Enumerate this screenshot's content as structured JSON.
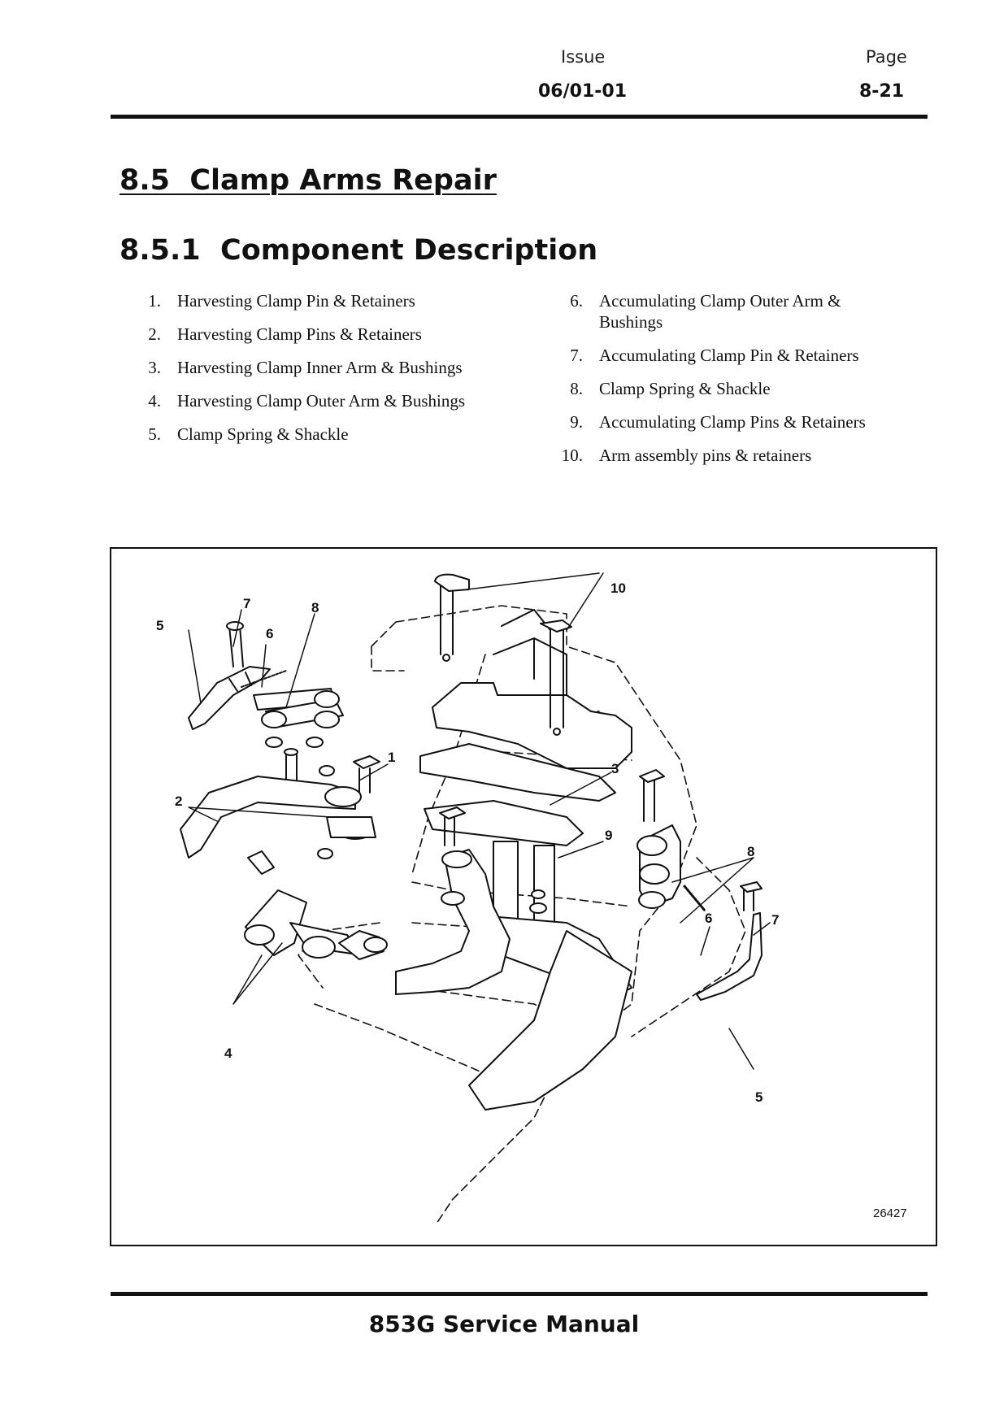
{
  "header": {
    "issue_label": "Issue",
    "issue_value": "06/01-01",
    "page_label": "Page",
    "page_value": "8-21"
  },
  "section_title": "8.5  Clamp Arms Repair",
  "subsection_title": "8.5.1  Component Description",
  "components_left": [
    {
      "num": "1.",
      "text": "Harvesting Clamp Pin & Retainers"
    },
    {
      "num": "2.",
      "text": "Harvesting Clamp Pins & Retainers"
    },
    {
      "num": "3.",
      "text": "Harvesting Clamp Inner Arm & Bushings"
    },
    {
      "num": "4.",
      "text": "Harvesting Clamp Outer Arm & Bushings"
    },
    {
      "num": "5.",
      "text": "Clamp Spring & Shackle"
    }
  ],
  "components_right": [
    {
      "num": "6.",
      "text": "Accumulating Clamp Outer Arm & Bushings"
    },
    {
      "num": "7.",
      "text": "Accumulating Clamp Pin & Retainers"
    },
    {
      "num": "8.",
      "text": "Clamp Spring & Shackle"
    },
    {
      "num": "9.",
      "text": "Accumulating Clamp Pins & Retainers"
    },
    {
      "num": "10.",
      "text": "Arm assembly pins & retainers"
    }
  ],
  "figure": {
    "callouts": [
      "10",
      "7",
      "8",
      "5",
      "6",
      "1",
      "2",
      "3",
      "9",
      "8",
      "6",
      "7",
      "4",
      "5"
    ],
    "figure_number": "26427"
  },
  "footer": "853G Service Manual"
}
